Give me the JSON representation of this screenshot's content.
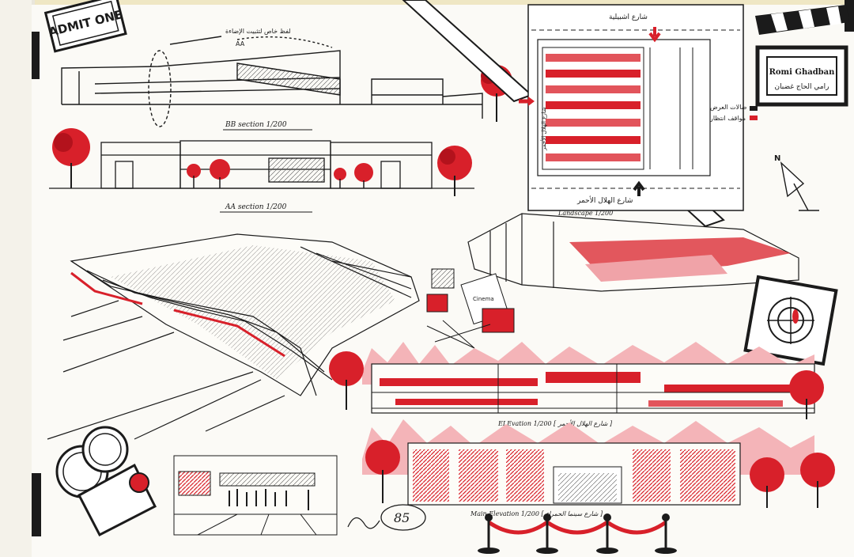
{
  "sheet": {
    "ticket": "ADMIT ONE",
    "name_plate_latin": "Romi Ghadban",
    "name_plate_arabic": "رامي الحاج غضبان",
    "section_bb_label": "BB  section  1/200",
    "section_aa_label": "AA  section  1/200",
    "section_note_arabic": "لفظ خاص لتثبيت الإضاءة",
    "section_note_sub": "AA",
    "plan_street_top": "شارع اشبيلية",
    "plan_street_bottom": "شارع الهلال الأحمر",
    "plan_label": "Landscape 1/200",
    "plan_legend_arabic_1": "صالات العرض",
    "plan_legend_arabic_2": "مواقف انتظار",
    "plan_side_note": "شارع الهلال الأحمر",
    "elevation_label": "ELEvation  1/200  [ شارع الهلال الأحمر ]",
    "main_elevation_label": "Main   Elevation  1/200  [ شارع سينما الحمراء ]",
    "poster_text": "Cinema",
    "signature_score": "85",
    "north_letter": "N"
  },
  "palette": {
    "paper": "#fbfaf6",
    "ink": "#1b1b1b",
    "red": "#d8202a",
    "pink": "#f0a3a8",
    "tape": "#e9e6dc"
  }
}
